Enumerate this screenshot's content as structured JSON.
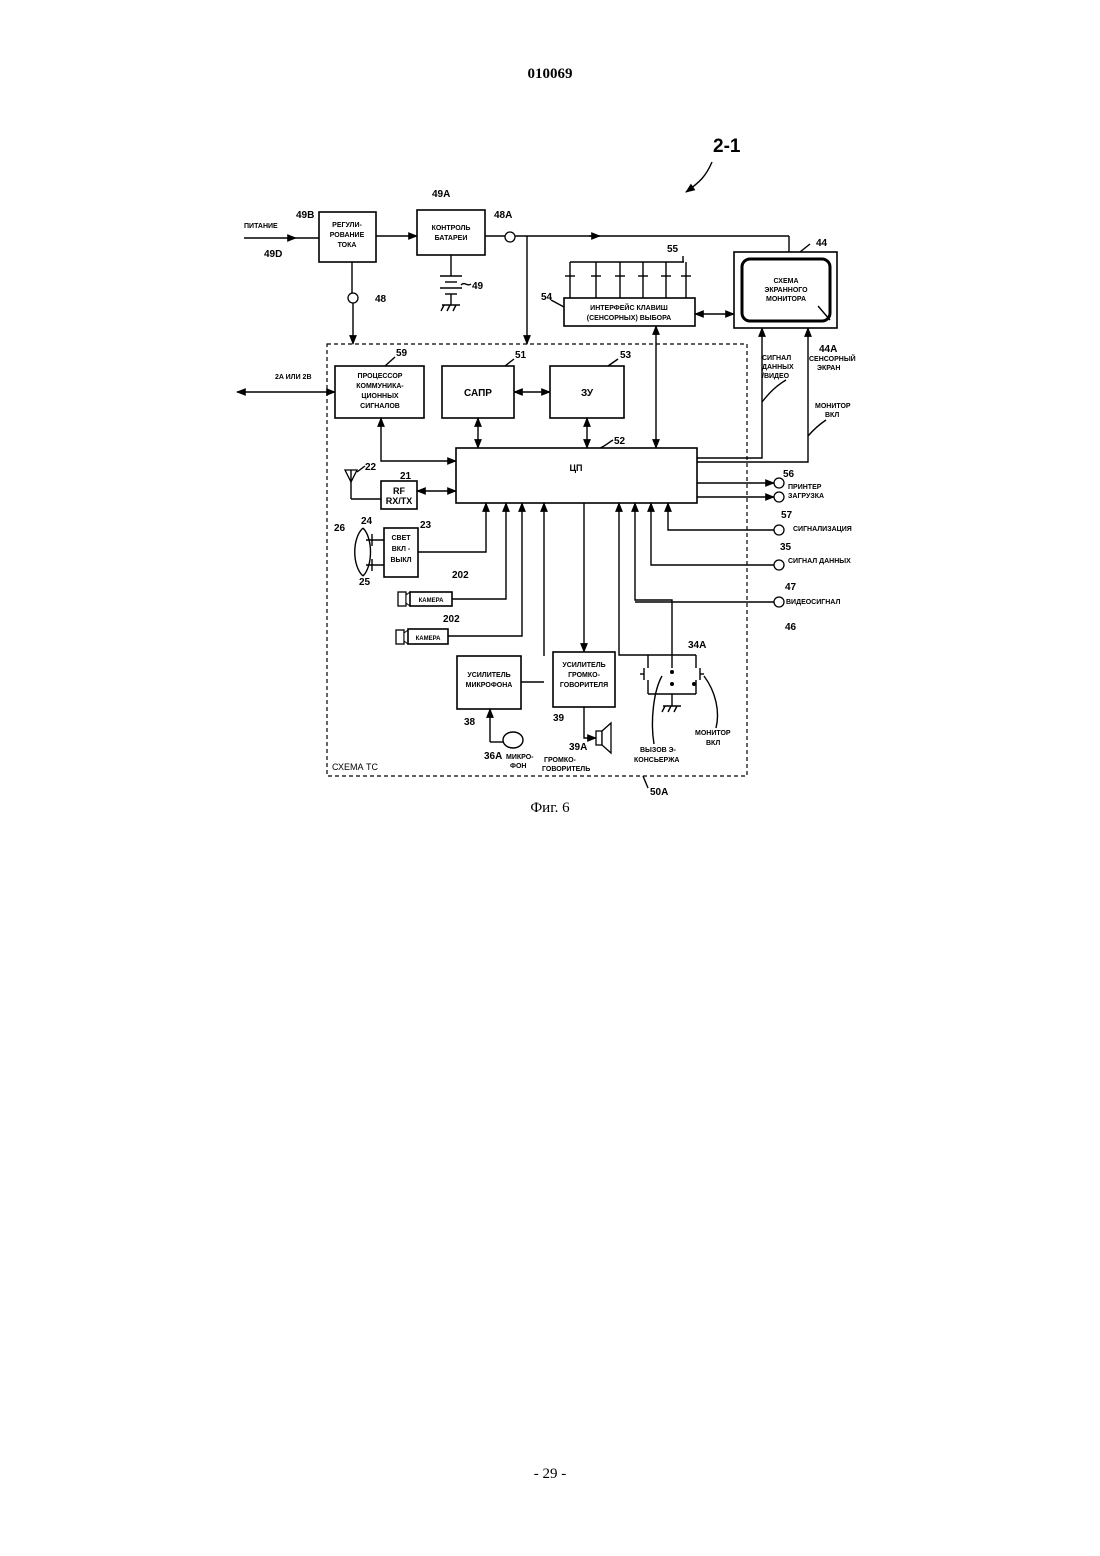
{
  "page": {
    "doc_number": "010069",
    "caption": "Фиг. 6",
    "page_number": "- 29 -"
  },
  "figure": {
    "ref_main": "2-1",
    "blocks": {
      "current_reg": {
        "ref": "49B",
        "lines": [
          "РЕГУЛИ-",
          "РОВАНИЕ",
          "ТОКА"
        ]
      },
      "battery_ctrl": {
        "ref": "49A",
        "lines": [
          "КОНТРОЛЬ",
          "БАТАРЕИ"
        ]
      },
      "monitor_circuit": {
        "ref": "44",
        "lines": [
          "СХЕМА",
          "ЭКРАННОГО",
          "МОНИТОРА"
        ]
      },
      "key_interface": {
        "ref": "54",
        "lines": [
          "ИНТЕРФЕЙС КЛАВИШ",
          "(СЕНСОРНЫХ) ВЫБОРА"
        ]
      },
      "comm_processor": {
        "ref": "59",
        "lines": [
          "ПРОЦЕССОР",
          "КОММУНИКА-",
          "ЦИОННЫХ",
          "СИГНАЛОВ"
        ]
      },
      "sapr": {
        "ref": "51",
        "lines": [
          "САПР"
        ]
      },
      "memory": {
        "ref": "53",
        "lines": [
          "ЗУ"
        ]
      },
      "cpu": {
        "ref": "52",
        "lines": [
          "ЦП"
        ]
      },
      "rf": {
        "ref": "21",
        "lines": [
          "RF",
          "RX/TX"
        ]
      },
      "light": {
        "ref": "23",
        "lines": [
          "СВЕТ",
          "ВКЛ -",
          "ВЫКЛ"
        ]
      },
      "camera1": {
        "ref": "202",
        "lines": [
          "КАМЕРА"
        ]
      },
      "camera2": {
        "ref": "202",
        "lines": [
          "КАМЕРА"
        ]
      },
      "mic_amp": {
        "ref": "38",
        "lines": [
          "УСИЛИТЕЛЬ",
          "МИКРОФОНА"
        ]
      },
      "spk_amp": {
        "ref": "39",
        "lines": [
          "УСИЛИТЕЛЬ",
          "ГРОМКО-",
          "ГОВОРИТЕЛЯ"
        ]
      }
    },
    "labels": {
      "power_in": "ПИТАНИЕ",
      "power_ref": "49D",
      "battery_ref": "49",
      "node_48": "48",
      "node_48a": "48A",
      "keys_ref": "55",
      "comm_link": "2A ИЛИ 2B",
      "touch_ref": "44A",
      "touch_lines": [
        "СЕНСОРНЫЙ",
        "ЭКРАН"
      ],
      "signal_lines": [
        "СИГНАЛ",
        "ДАННЫХ",
        "/ВИДЕО"
      ],
      "monitor_on_lines": [
        "МОНИТОР",
        "ВКЛ"
      ],
      "antenna_ref": "22",
      "lamp_ref_a": "24",
      "lamp_ref_b": "26",
      "lamp_ref_c": "25",
      "printer": "ПРИНТЕР",
      "printer_ref": "56",
      "download": "ЗАГРУЗКА",
      "download_ref": "57",
      "alarm": "СИГНАЛИЗАЦИЯ",
      "alarm_ref": "35",
      "data_signal": "СИГНАЛ ДАННЫХ",
      "data_ref": "47",
      "video_signal": "ВИДЕОСИГНАЛ",
      "video_ref": "46",
      "switch_ref": "34A",
      "mic_ref": "36A",
      "mic_lines": [
        "МИКРО-",
        "ФОН"
      ],
      "spk_ref": "39A",
      "spk_lines": [
        "ГРОМКО-",
        "ГОВОРИТЕЛЬ"
      ],
      "call_lines": [
        "ВЫЗОВ Э-",
        "КОНСЬЕРЖА"
      ],
      "mon_on_lines": [
        "МОНИТОР",
        "ВКЛ"
      ],
      "tc_circuit": "СХЕМА ТС",
      "tc_ref": "50A"
    }
  }
}
